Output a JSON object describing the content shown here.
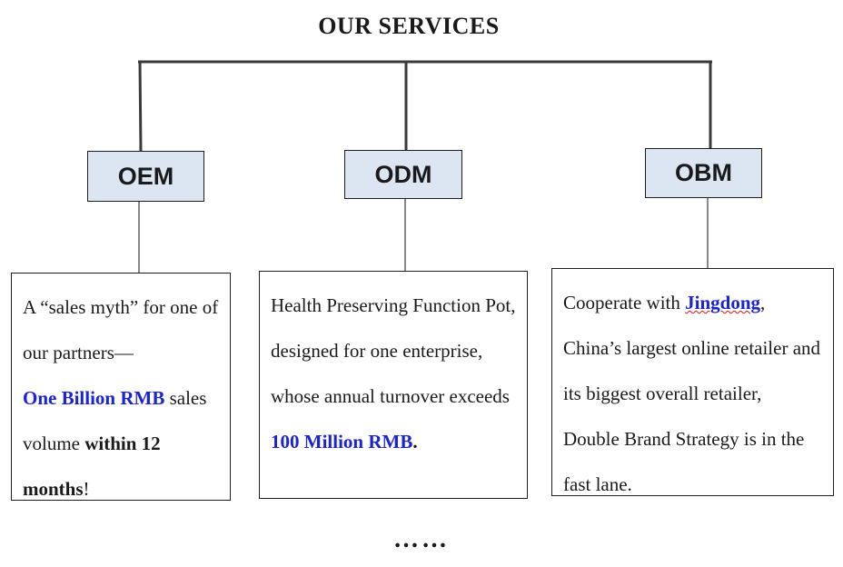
{
  "title": "OUR SERVICES",
  "nodes": [
    {
      "label": "OEM",
      "desc_a": "A “sales myth” for one of our partners—",
      "desc_b": "One Billion RMB",
      "desc_c": " sales volume ",
      "desc_d": "within 12 months",
      "desc_e": "!"
    },
    {
      "label": "ODM",
      "desc_a": "Health Preserving Function Pot, designed for one enterprise, whose annual turnover exceeds ",
      "desc_b": "100 Million RMB",
      "desc_c": "."
    },
    {
      "label": "OBM",
      "desc_a": "Cooperate with ",
      "desc_b": "Jingdong",
      "desc_c": ", China’s largest online retailer and its biggest overall retailer, Double Brand Strategy is in the fast lane."
    }
  ],
  "more_indicator": "……",
  "colors": {
    "node_fill": "#dce6f2",
    "highlight": "#1a23d6",
    "line": "#3a3a3a"
  }
}
